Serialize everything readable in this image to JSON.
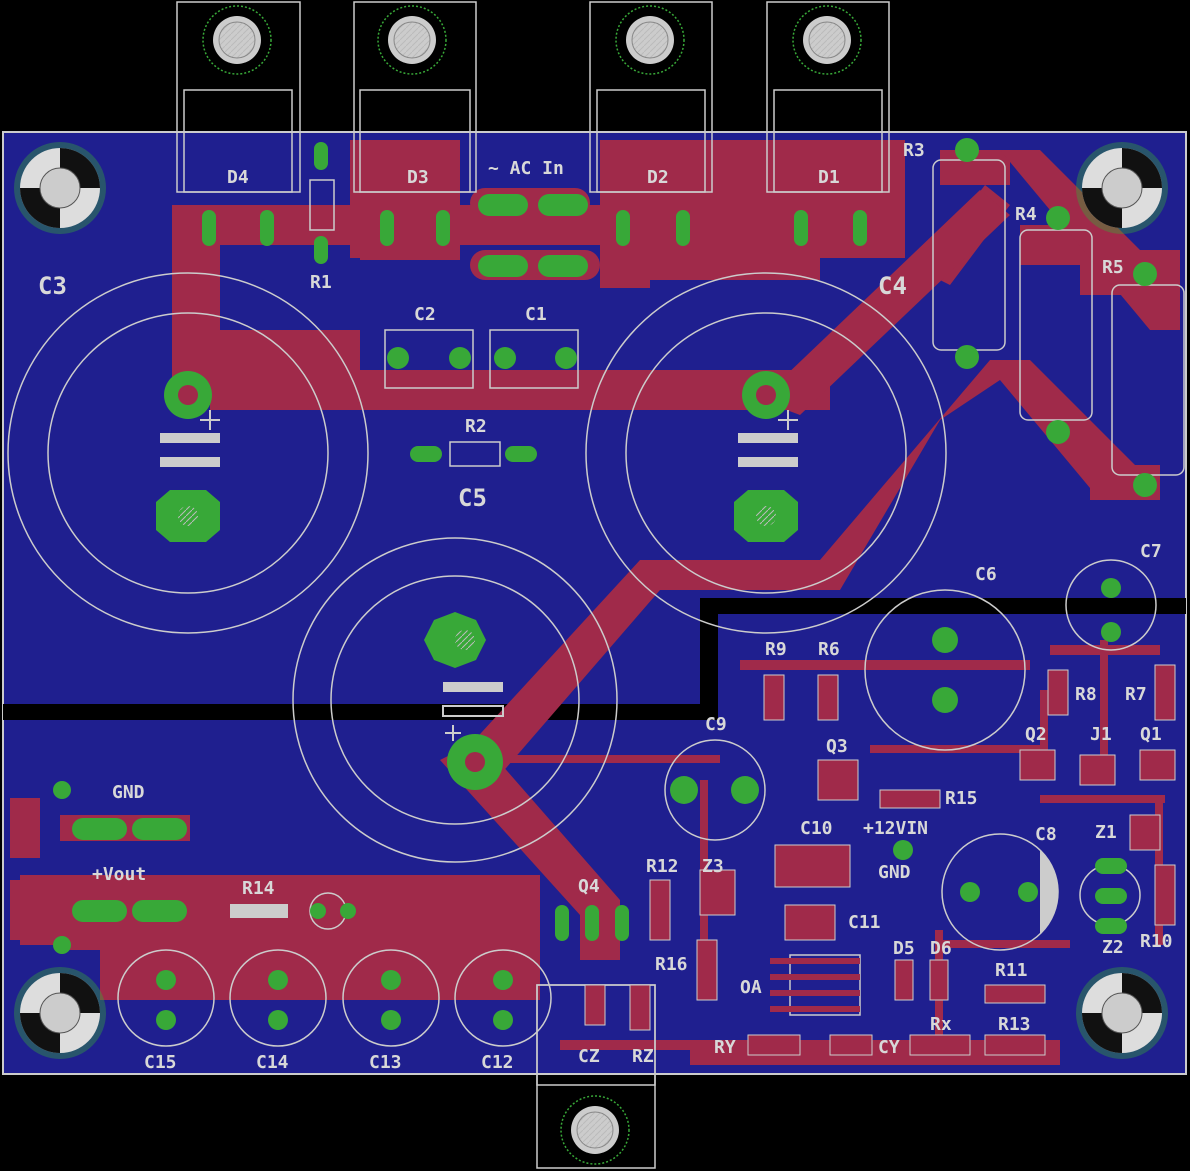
{
  "colors": {
    "background": "#000000",
    "board": "#1f1f8f",
    "copper_top": "#a02a4a",
    "pad": "#38a838",
    "silkscreen": "#d0d0d0",
    "slot": "#000000"
  },
  "labels": {
    "c3": "C3",
    "c4": "C4",
    "c5": "C5",
    "c6": "C6",
    "c7": "C7",
    "c8": "C8",
    "c9": "C9",
    "c10": "C10",
    "c11": "C11",
    "c12": "C12",
    "c13": "C13",
    "c14": "C14",
    "c15": "C15",
    "c1": "C1",
    "c2": "C2",
    "d1": "D1",
    "d2": "D2",
    "d3": "D3",
    "d4": "D4",
    "d5": "D5",
    "d6": "D6",
    "r1": "R1",
    "r2": "R2",
    "r3": "R3",
    "r4": "R4",
    "r5": "R5",
    "r6": "R6",
    "r7": "R7",
    "r8": "R8",
    "r9": "R9",
    "r10": "R10",
    "r11": "R11",
    "r12": "R12",
    "r13": "R13",
    "r14": "R14",
    "r15": "R15",
    "r16": "R16",
    "q1": "Q1",
    "q2": "Q2",
    "q3": "Q3",
    "q4": "Q4",
    "j1": "J1",
    "z1": "Z1",
    "z2": "Z2",
    "z3": "Z3",
    "ac_in": "~ AC In",
    "gnd1": "GND",
    "gnd2": "GND",
    "vout": "+Vout",
    "v12in": "+12VIN",
    "oa": "OA",
    "ry": "RY",
    "cy": "CY",
    "rx": "Rx",
    "cz": "CZ",
    "rz": "RZ"
  }
}
